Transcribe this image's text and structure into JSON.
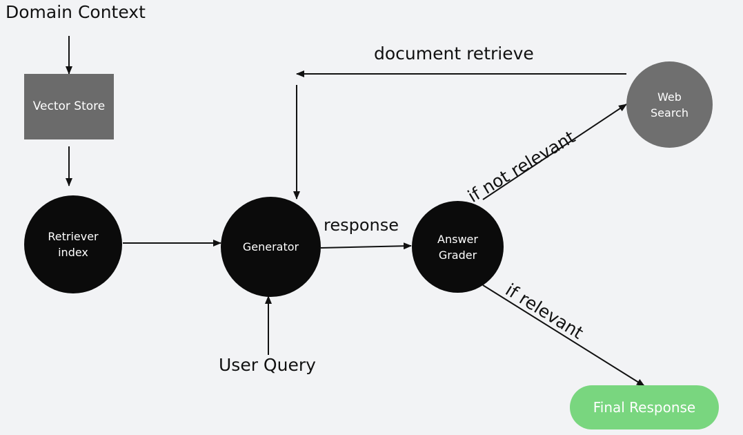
{
  "colors": {
    "background": "#f2f3f5",
    "vector_store": "#6b6b6b",
    "dark_node": "#0b0b0b",
    "web_search": "#6f6f6f",
    "final_response": "#79d67f",
    "arrow": "#111111",
    "node_text": "#ffffff"
  },
  "nodes": {
    "vector_store": "Vector Store",
    "retriever_index": "Retriever\nindex",
    "generator": "Generator",
    "answer_grader": "Answer\nGrader",
    "web_search": "Web\nSearch",
    "final_response": "Final Response"
  },
  "labels": {
    "domain_context": "Domain Context",
    "document_retrieve": "document retrieve",
    "response": "response",
    "user_query": "User Query",
    "if_not_relevant": "if not relevant",
    "if_relevant": "if relevant"
  }
}
